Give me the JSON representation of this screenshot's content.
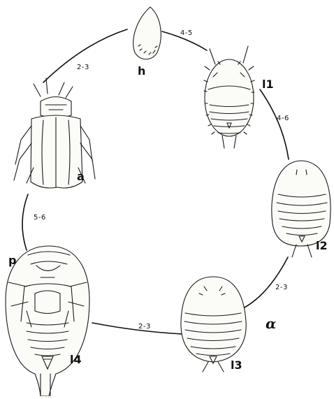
{
  "stage_labels": {
    "egg": "h",
    "larva1": "l1",
    "larva2": "l2",
    "larva3": "l3",
    "larva4": "l4",
    "pupa": "p",
    "adult": "a",
    "script_mark": "ɑ"
  },
  "durations": {
    "egg_to_l1": "4-5",
    "l1_to_l2": "4-6",
    "l2_to_l3": "2-3",
    "l3_to_l4": "2-3",
    "pupa_to_adult": "5-6",
    "adult_to_egg": "2-3"
  }
}
